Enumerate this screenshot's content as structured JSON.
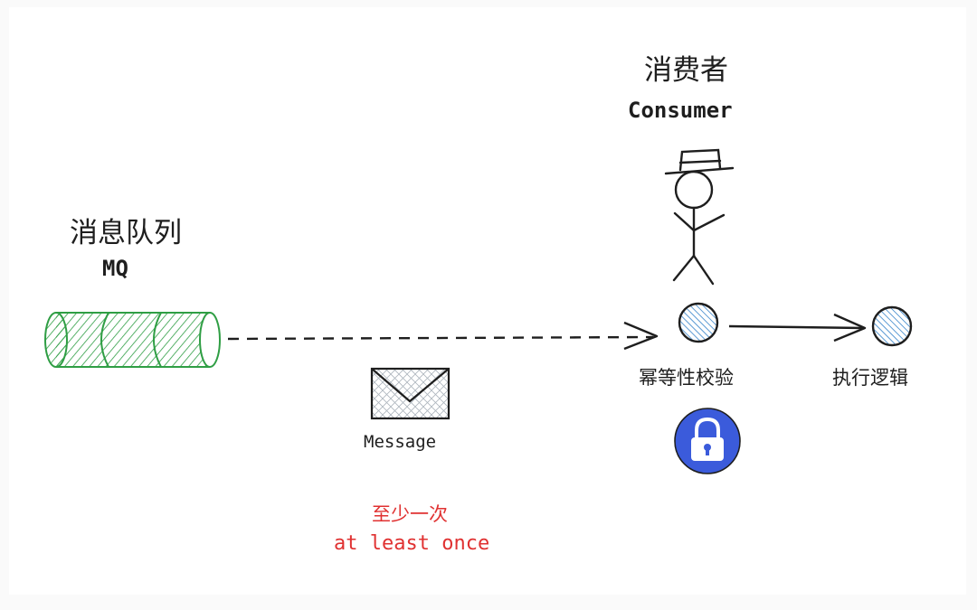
{
  "mq": {
    "title": "消息队列",
    "subtitle": "MQ"
  },
  "consumer": {
    "title": "消费者",
    "subtitle": "Consumer"
  },
  "message": {
    "label": "Message"
  },
  "steps": {
    "idempotent_check": "幂等性校验",
    "execute_logic": "执行逻辑"
  },
  "delivery": {
    "cn": "至少一次",
    "en": "at least once"
  },
  "icons": {
    "queue": "queue-cylinder-icon",
    "envelope": "envelope-icon",
    "person": "stick-figure-icon",
    "lock": "lock-icon"
  },
  "colors": {
    "queue_green": "#2f9e44",
    "node_blue": "#1971c2",
    "lock_blue": "#3b5bdb",
    "accent_red": "#e03131",
    "ink": "#1e1e1e"
  }
}
